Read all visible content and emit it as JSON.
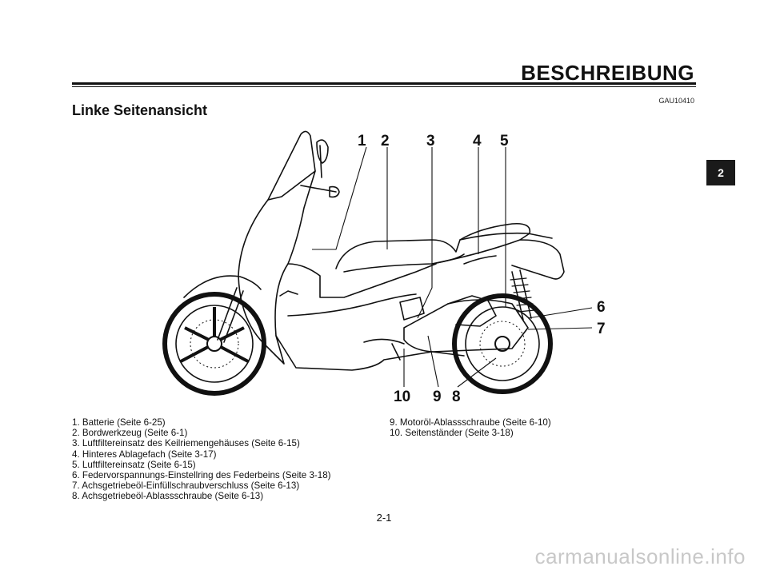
{
  "header": {
    "title": "BESCHREIBUNG",
    "doc_code": "GAU10410"
  },
  "section": {
    "title": "Linke Seitenansicht"
  },
  "chapter_tab": {
    "label": "2"
  },
  "illustration": {
    "subject": "scooter-left-side",
    "callouts": [
      "1",
      "2",
      "3",
      "4",
      "5",
      "6",
      "7",
      "8",
      "9",
      "10"
    ]
  },
  "legend": {
    "left": [
      "1. Batterie (Seite 6-25)",
      "2. Bordwerkzeug (Seite 6-1)",
      "3. Luftfiltereinsatz des Keilriemengehäuses (Seite 6-15)",
      "4. Hinteres Ablagefach (Seite 3-17)",
      "5. Luftfiltereinsatz (Seite 6-15)",
      "6. Federvorspannungs-Einstellring des Federbeins (Seite 3-18)",
      "7. Achsgetriebeöl-Einfüllschraubverschluss (Seite 6-13)",
      "8. Achsgetriebeöl-Ablassschraube (Seite 6-13)"
    ],
    "right": [
      "9. Motoröl-Ablassschraube (Seite 6-10)",
      "10. Seitenständer (Seite 3-18)"
    ]
  },
  "footer": {
    "page_number": "2-1",
    "watermark": "carmanualsonline.info"
  }
}
